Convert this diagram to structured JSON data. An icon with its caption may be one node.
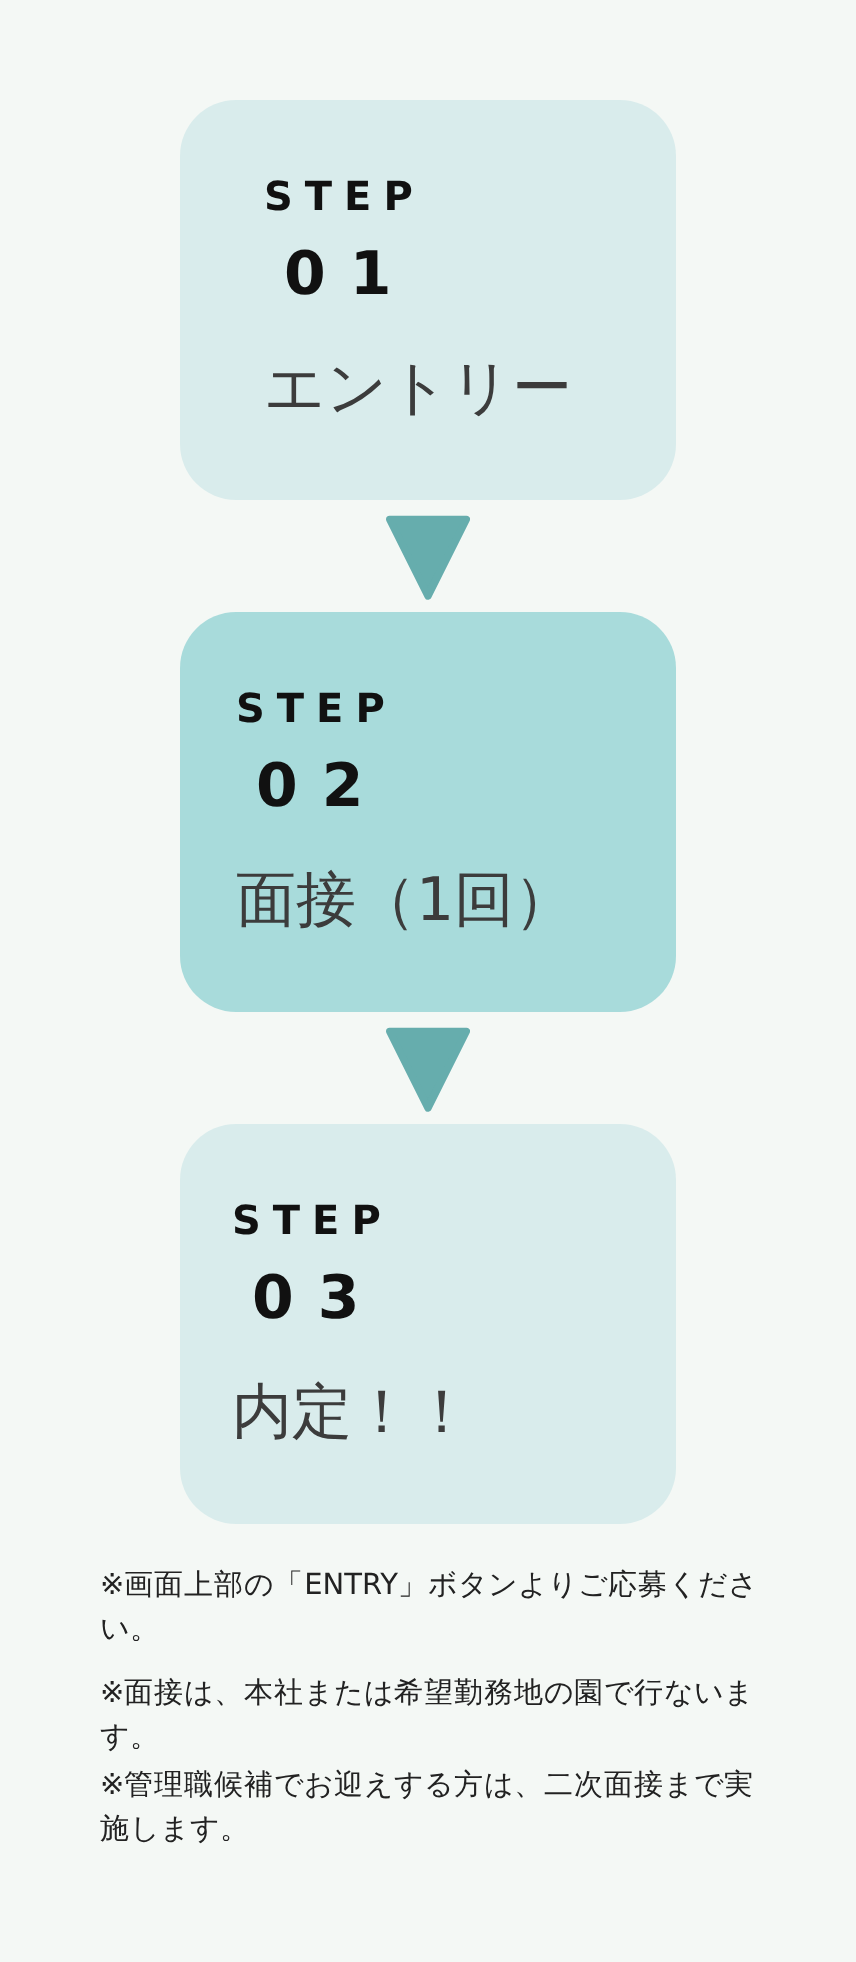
{
  "diagram": {
    "nodes": [
      {
        "text": [
          "STEP",
          "01",
          "エントリー"
        ]
      },
      {
        "text": [
          "STEP",
          "02",
          "面接（1回）"
        ]
      },
      {
        "text": [
          "STEP",
          "03",
          "内定！！"
        ]
      }
    ],
    "edges": [
      {
        "from": 0,
        "to": 1,
        "arrow": "to"
      },
      {
        "from": 1,
        "to": 2,
        "arrow": "to"
      }
    ],
    "labels": [
      "※画面上部の「ENTRY」ボタンよりご応募ください。",
      "※面接は、本社または希望勤務地の園で行ないます。",
      "※管理職候補でお迎えする方は、二次面接まで実施します。"
    ]
  }
}
